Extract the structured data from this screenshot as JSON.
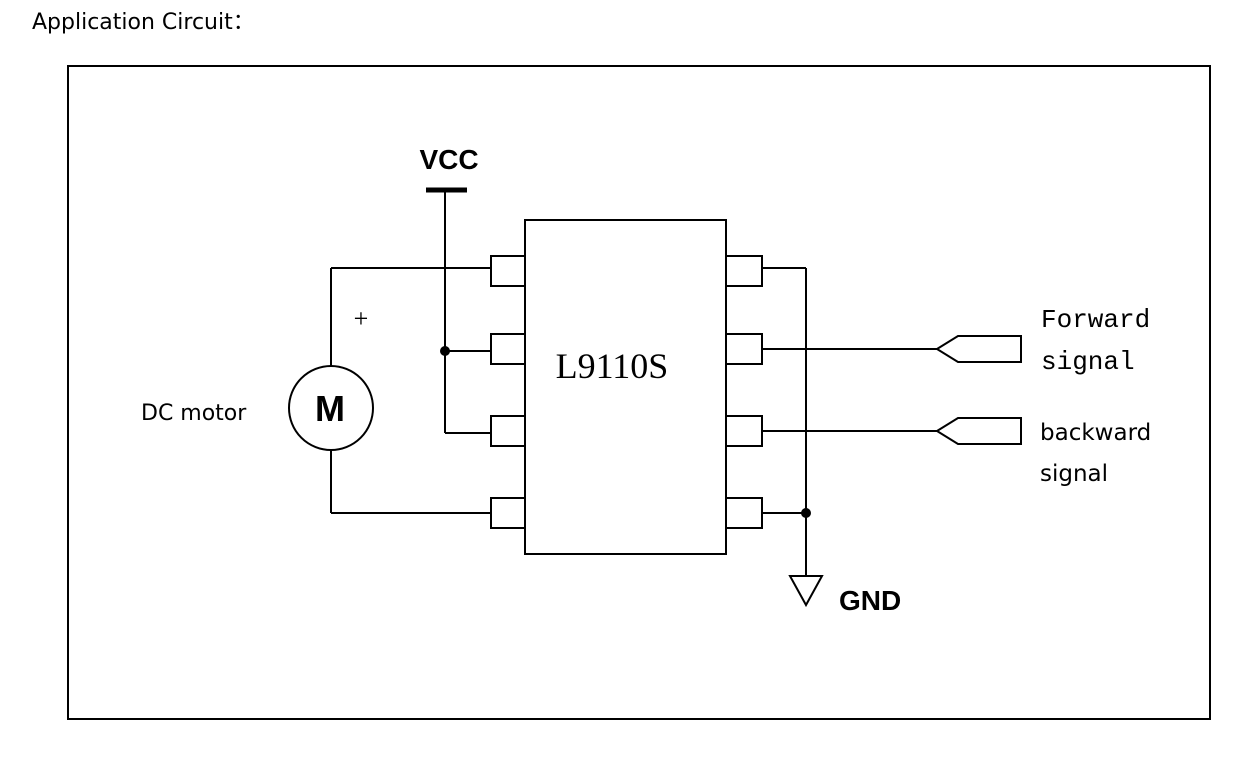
{
  "page": {
    "heading": "Application Circuit："
  },
  "diagram": {
    "chip_label": "L9110S",
    "vcc_label": "VCC",
    "gnd_label": "GND",
    "motor_symbol": "M",
    "motor_label": "DC motor",
    "polarity_mark": "+",
    "forward_label_line1": "Forward",
    "forward_label_line2": "signal",
    "backward_label_line1": "backward",
    "backward_label_line2": "signal",
    "line_color": "#000000",
    "background_color": "#ffffff"
  }
}
